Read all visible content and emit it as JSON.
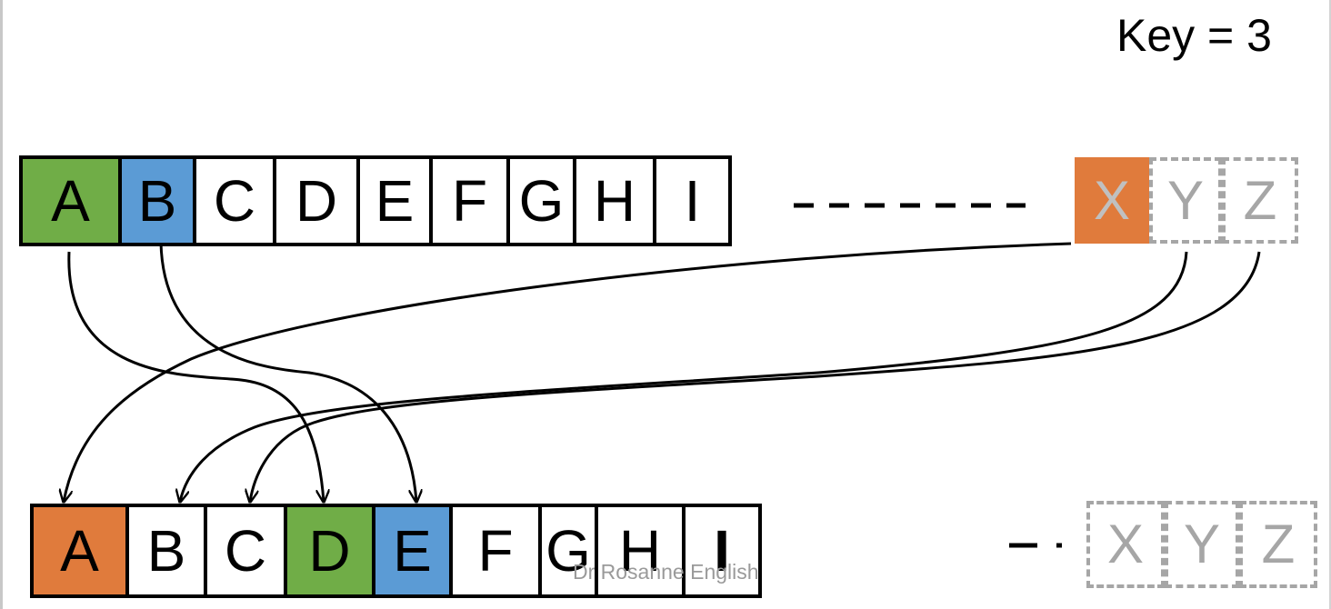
{
  "key_label": "Key = 3",
  "plaintext": {
    "letters": [
      "A",
      "B",
      "C",
      "D",
      "E",
      "F",
      "G",
      "H",
      "I"
    ],
    "tail": [
      "X",
      "Y",
      "Z"
    ]
  },
  "ciphertext": {
    "letters": [
      "A",
      "B",
      "C",
      "D",
      "E",
      "F",
      "G",
      "H",
      "I"
    ],
    "tail": [
      "X",
      "Y",
      "Z"
    ]
  },
  "colors": {
    "green": "#70ad47",
    "blue": "#5b9bd5",
    "orange": "#e07b3c",
    "ghost": "#a6a6a6"
  },
  "watermark": "Dr Rosanne English"
}
